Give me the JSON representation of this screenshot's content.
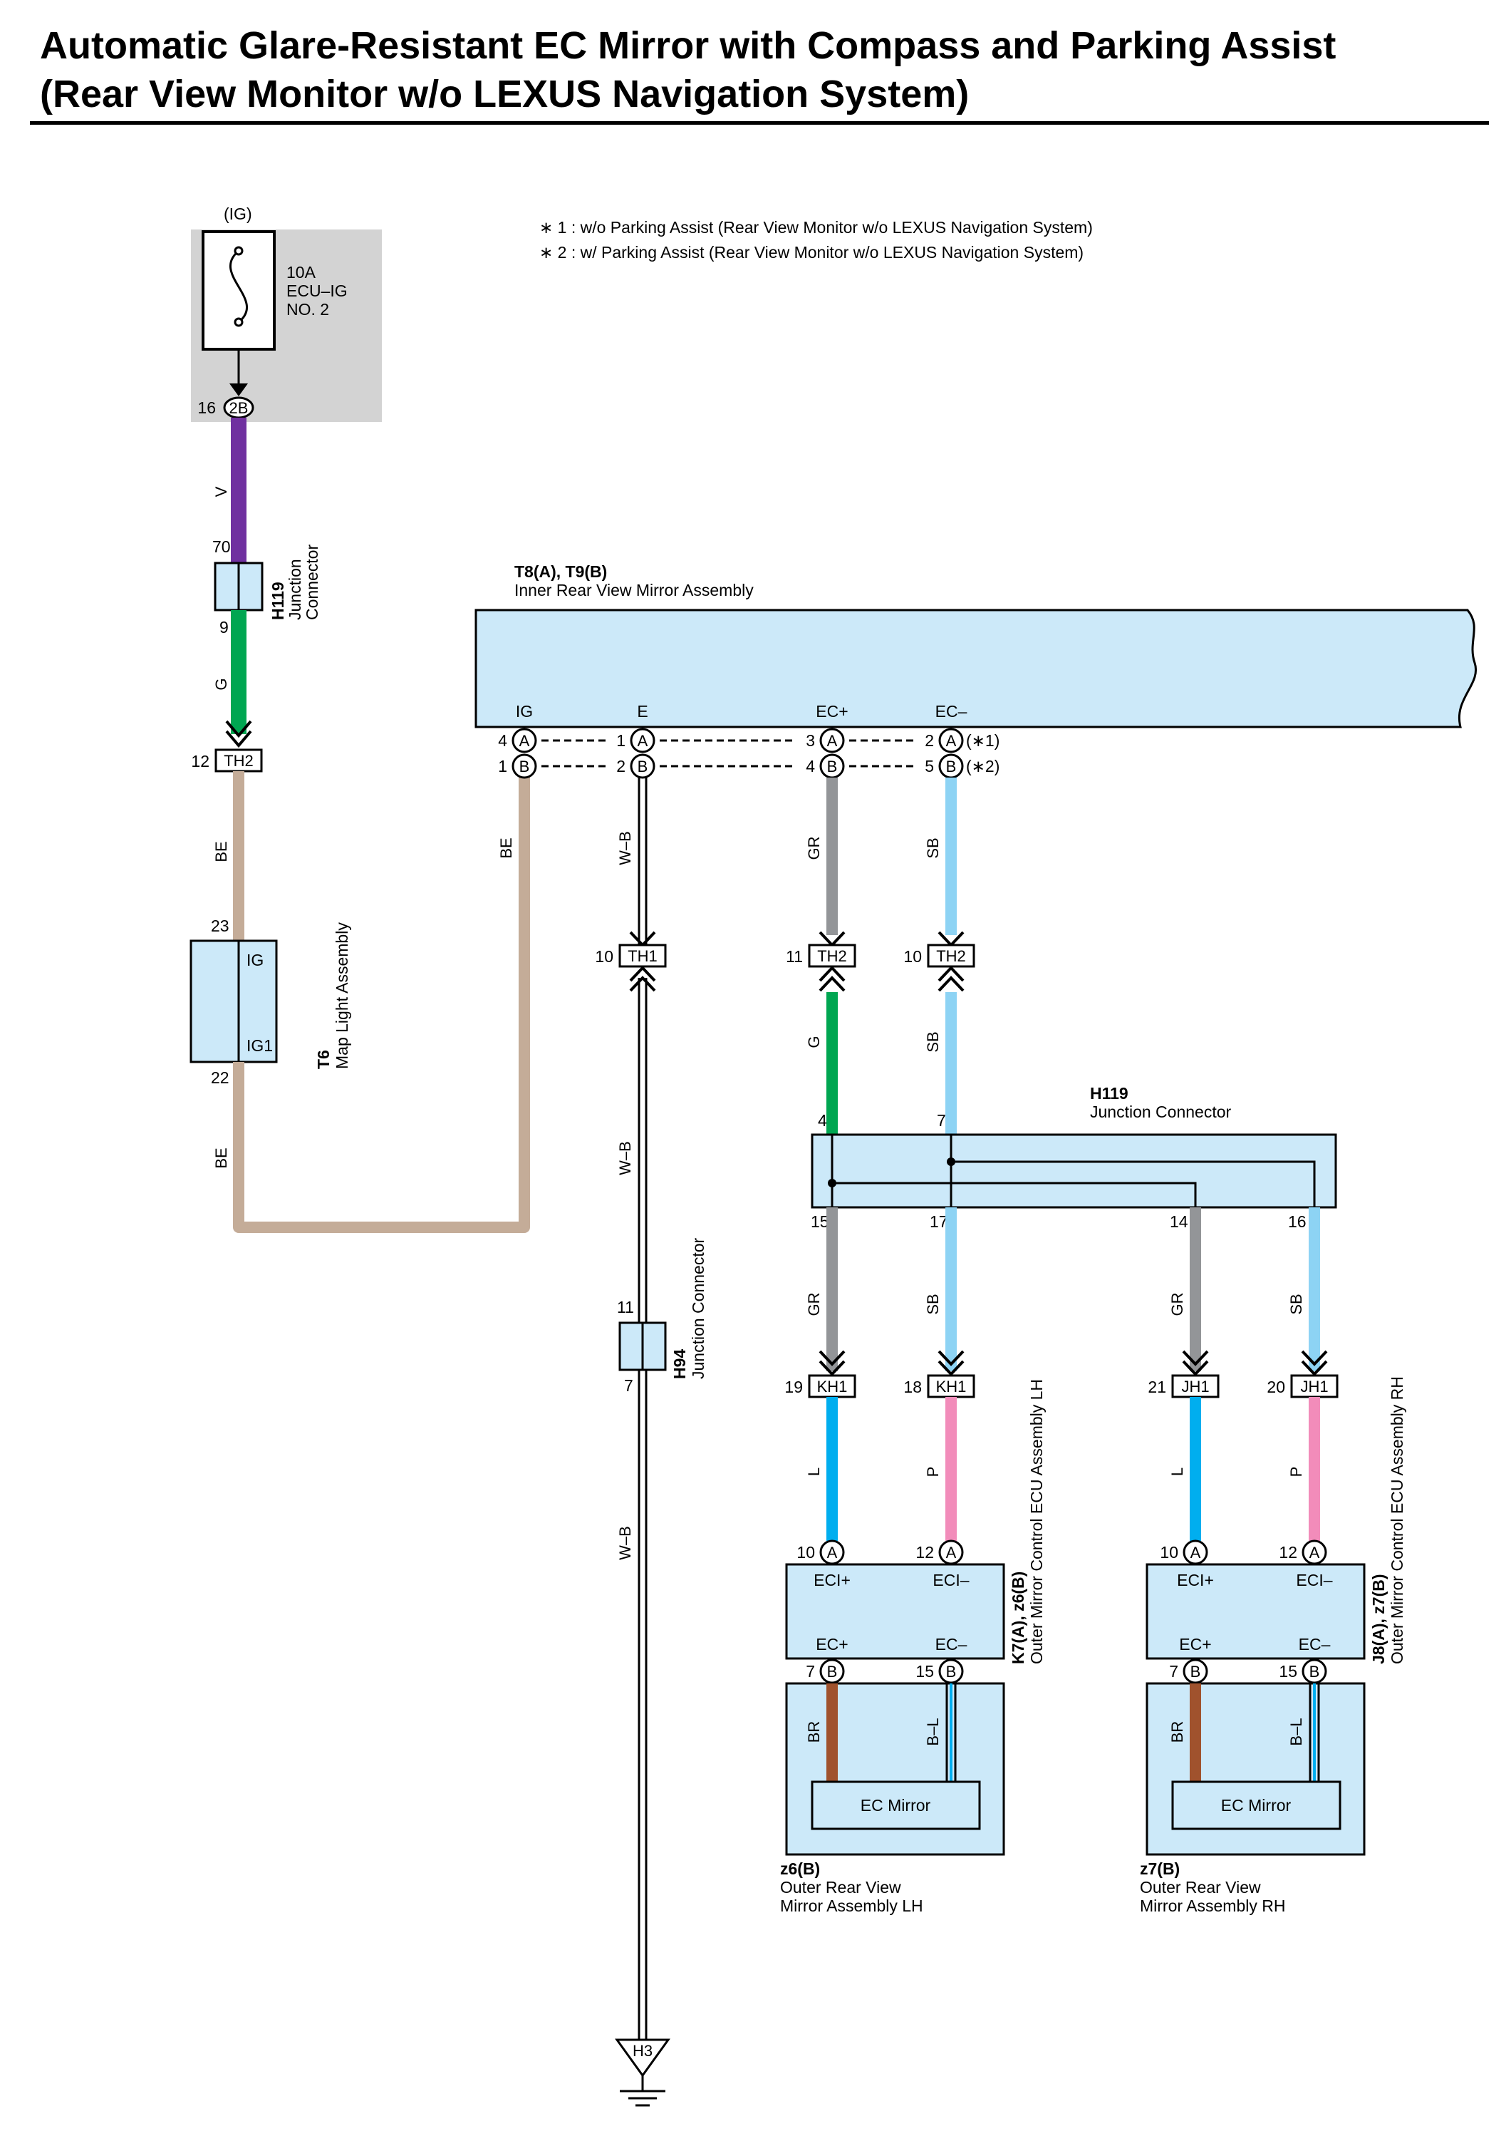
{
  "title": {
    "line1": "Automatic Glare-Resistant EC Mirror with Compass and Parking Assist",
    "line2": "(Rear View Monitor w/o LEXUS Navigation System)"
  },
  "notes": {
    "note1": "∗ 1 : w/o Parking Assist (Rear View Monitor w/o LEXUS Navigation System)",
    "note2": "∗ 2 : w/ Parking Assist (Rear View Monitor w/o LEXUS Navigation System)",
    "note1_short": "(∗1)",
    "note2_short": "(∗2)"
  },
  "fuse": {
    "supply": "(IG)",
    "rating": "10A",
    "name_line1": "ECU–IG",
    "name_line2": "NO. 2",
    "connector": "2B",
    "pin": "16"
  },
  "junction_h119_top": {
    "code": "H119",
    "name_line1": "Junction",
    "name_line2": "Connector",
    "pin_in": "70",
    "pin_out": "9"
  },
  "map_light": {
    "code": "T6",
    "name": "Map Light Assembly",
    "term_ig": "IG",
    "term_ig1": "IG1",
    "pin_in": "23",
    "pin_out": "22"
  },
  "inner_mirror": {
    "code": "T8(A), T9(B)",
    "name": "Inner Rear View Mirror Assembly",
    "terms": [
      "IG",
      "E",
      "EC+",
      "EC–"
    ],
    "pins_a": [
      "4",
      "1",
      "3",
      "2"
    ],
    "pins_b": [
      "1",
      "2",
      "4",
      "5"
    ],
    "conn_a": "A",
    "conn_b": "B"
  },
  "connectors": {
    "th2_left": {
      "name": "TH2",
      "pin": "12"
    },
    "th1": {
      "name": "TH1",
      "pin": "10"
    },
    "th2_gr": {
      "name": "TH2",
      "pin": "11"
    },
    "th2_sb": {
      "name": "TH2",
      "pin": "10"
    },
    "kh1_l": {
      "name": "KH1",
      "pin": "19"
    },
    "kh1_p": {
      "name": "KH1",
      "pin": "18"
    },
    "jh1_l": {
      "name": "JH1",
      "pin": "21"
    },
    "jh1_p": {
      "name": "JH1",
      "pin": "20"
    }
  },
  "junction_h119_mid": {
    "code": "H119",
    "name": "Junction Connector",
    "pin_in1": "4",
    "pin_in2": "7",
    "pin_out1": "15",
    "pin_out2": "17",
    "pin_out3": "14",
    "pin_out4": "16"
  },
  "junction_h94": {
    "code": "H94",
    "name": "Junction Connector",
    "pin_in": "11",
    "pin_out": "7"
  },
  "outer_ecu_lh": {
    "code": "K7(A), z6(B)",
    "name": "Outer Mirror Control ECU Assembly LH",
    "term_eci_plus": "ECI+",
    "term_eci_minus": "ECI–",
    "term_ec_plus": "EC+",
    "term_ec_minus": "EC–",
    "pin_eci_plus": "10",
    "pin_eci_minus": "12",
    "pin_ec_plus": "7",
    "pin_ec_minus": "15"
  },
  "outer_ecu_rh": {
    "code": "J8(A), z7(B)",
    "name": "Outer Mirror Control ECU Assembly RH",
    "term_eci_plus": "ECI+",
    "term_eci_minus": "ECI–",
    "term_ec_plus": "EC+",
    "term_ec_minus": "EC–",
    "pin_eci_plus": "10",
    "pin_eci_minus": "12",
    "pin_ec_plus": "7",
    "pin_ec_minus": "15"
  },
  "outer_mirror_lh": {
    "code": "z6(B)",
    "name_line1": "Outer Rear View",
    "name_line2": "Mirror Assembly LH",
    "element": "EC Mirror"
  },
  "outer_mirror_rh": {
    "code": "z7(B)",
    "name_line1": "Outer Rear View",
    "name_line2": "Mirror Assembly RH",
    "element": "EC Mirror"
  },
  "ground": {
    "name": "H3"
  },
  "wire_colors": {
    "v": "V",
    "g": "G",
    "be": "BE",
    "wb": "W–B",
    "gr": "GR",
    "sb": "SB",
    "l": "L",
    "p": "P",
    "br": "BR",
    "bl": "B–L"
  },
  "colors": {
    "violet": "#7030a0",
    "green": "#00a651",
    "beige": "#c4ac98",
    "gray": "#939598",
    "sky_blue": "#8dd3f4",
    "blue": "#00aeef",
    "pink": "#f28cba",
    "brown": "#a0522d",
    "component_fill": "#cce9f9",
    "fuse_shade": "#d3d3d3"
  }
}
